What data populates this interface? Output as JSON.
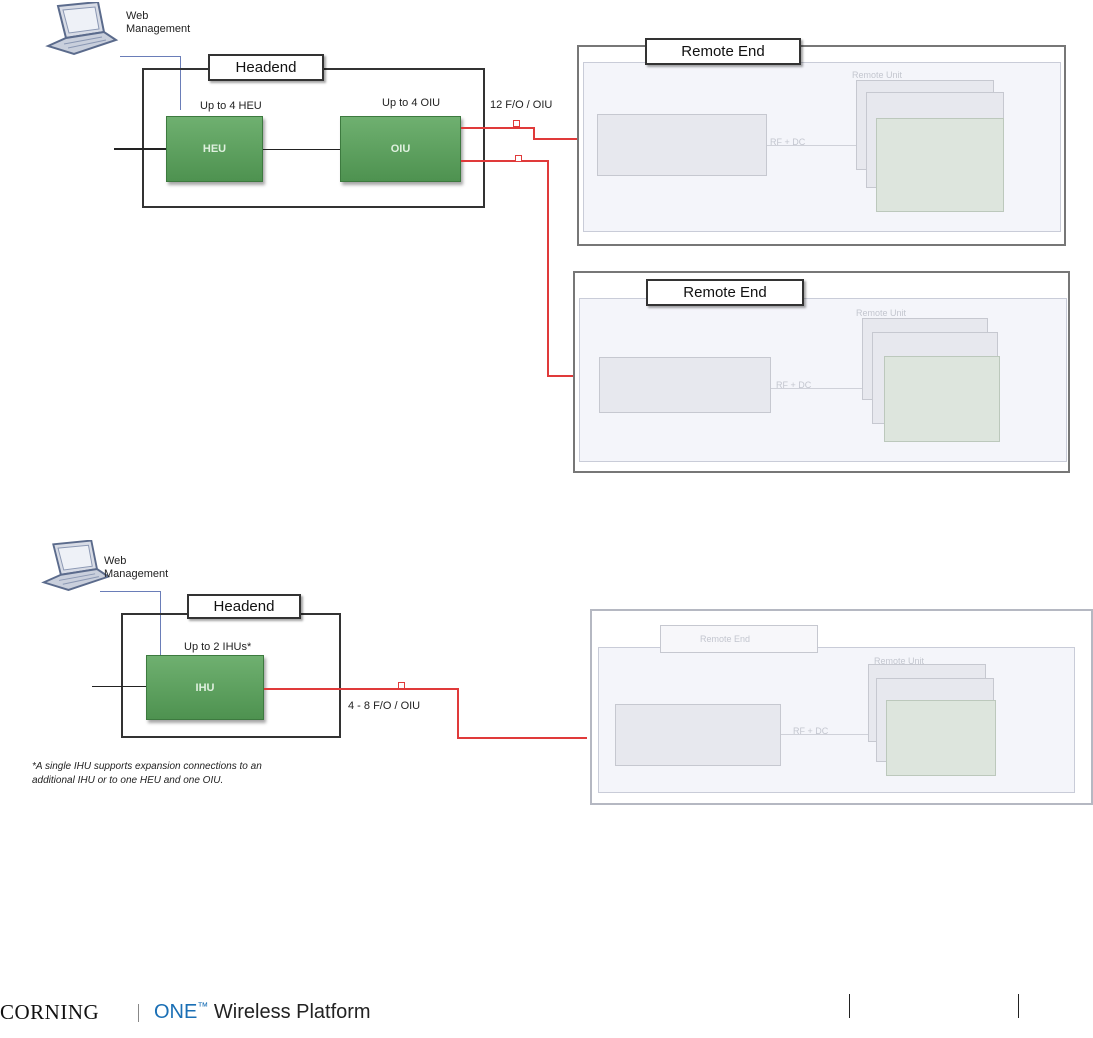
{
  "top": {
    "web_management": "Web\nManagement",
    "headend_tag": "Headend",
    "heu_note": "Up to 4 HEU",
    "oiu_note": "Up to 4 OIU",
    "heu_box": "HEU",
    "oiu_box": "OIU",
    "fiber_label": "12 F/O / OIU",
    "remote_end_1": "Remote End",
    "remote_end_2": "Remote End"
  },
  "bottom": {
    "web_management": "Web\nManagement",
    "headend_tag": "Headend",
    "ihu_note": "Up to 2 IHUs*",
    "ihu_box": "IHU",
    "fiber_label": "4 - 8 F/O / OIU",
    "footnote": "*A single IHU supports expansion connections to an\nadditional IHU or to one HEU and one OIU."
  },
  "footer": {
    "brand": "CORNING",
    "product_one": "ONE",
    "product_tm": "™",
    "product_rest": " Wireless Platform"
  },
  "colors": {
    "green": "#5a9e5c",
    "fiber": "#e03a3a",
    "brand_blue": "#1a6fb5"
  }
}
